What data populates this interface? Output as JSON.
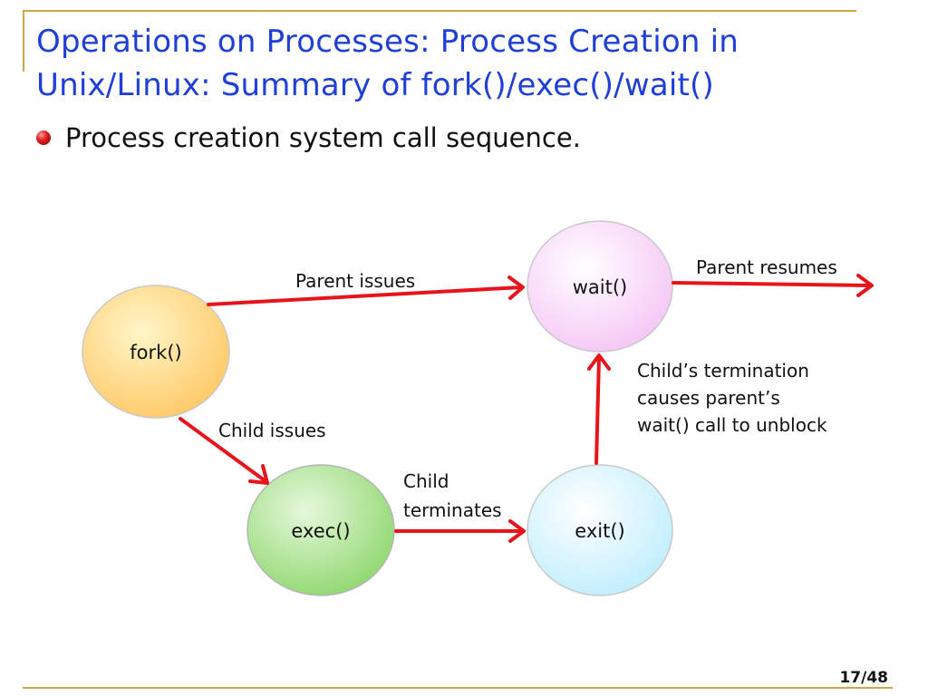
{
  "slide": {
    "title_line_1": "Operations on Processes: Process Creation in",
    "title_line_2": "Unix/Linux: Summary of fork()/exec()/wait()",
    "bullet": "Process creation system call sequence.",
    "page_current": "17",
    "page_total": "48"
  },
  "diagram": {
    "nodes": {
      "fork": "fork()",
      "wait": "wait()",
      "exec": "exec()",
      "exit": "exit()"
    },
    "labels": {
      "parent_issues": "Parent issues",
      "parent_resumes": "Parent resumes",
      "child_issues": "Child issues",
      "child_terminates_1": "Child",
      "child_terminates_2": "terminates",
      "termination_1": "Child’s termination",
      "termination_2": "causes parent’s",
      "termination_3": "wait() call to unblock"
    },
    "colors": {
      "arrow": "#e8141c",
      "title": "#1f3fd6",
      "frame": "#c9a949",
      "fork_fill": "#ffc966",
      "wait_fill": "#f5c6f5",
      "exec_fill": "#8fd86e",
      "exit_fill": "#bfeefe"
    }
  }
}
